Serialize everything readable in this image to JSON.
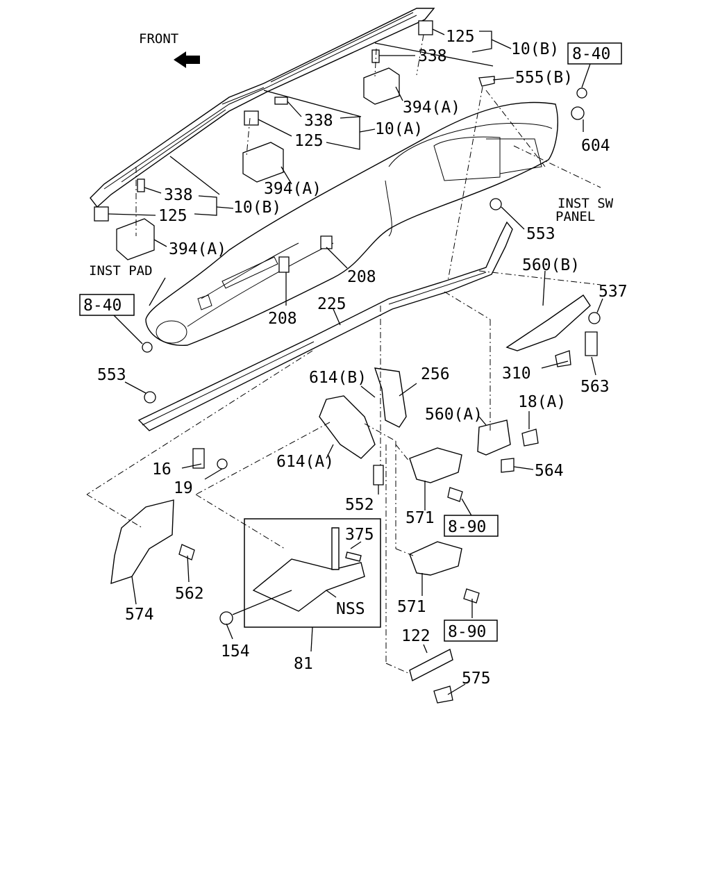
{
  "direction_label": "FRONT",
  "labels": {
    "p125a": "125",
    "p338a": "338",
    "p10b_top": "10(B)",
    "ref_8_40_top": "8-40",
    "p555b": "555(B)",
    "p394a_top": "394(A)",
    "p338b": "338",
    "p10a": "10(A)",
    "p604": "604",
    "p125b": "125",
    "p394a_mid": "394(A)",
    "inst_sw": "INST SW",
    "panel": "PANEL",
    "p338c": "338",
    "p10b_left": "10(B)",
    "p125c": "125",
    "p553_right": "553",
    "p394a_left": "394(A)",
    "p560b": "560(B)",
    "inst_pad": "INST PAD",
    "p208a": "208",
    "p537": "537",
    "ref_8_40_left": "8-40",
    "p225": "225",
    "p208b": "208",
    "p310": "310",
    "p553_left": "553",
    "p614b": "614(B)",
    "p256": "256",
    "p563": "563",
    "p18a": "18(A)",
    "p560a": "560(A)",
    "p16": "16",
    "p614a": "614(A)",
    "p564": "564",
    "p19": "19",
    "p552": "552",
    "p571a": "571",
    "ref_8_90_a": "8-90",
    "p375": "375",
    "p574": "574",
    "p562": "562",
    "nss": "NSS",
    "p571b": "571",
    "p154": "154",
    "ref_8_90_b": "8-90",
    "p122": "122",
    "p81": "81",
    "p575": "575"
  }
}
